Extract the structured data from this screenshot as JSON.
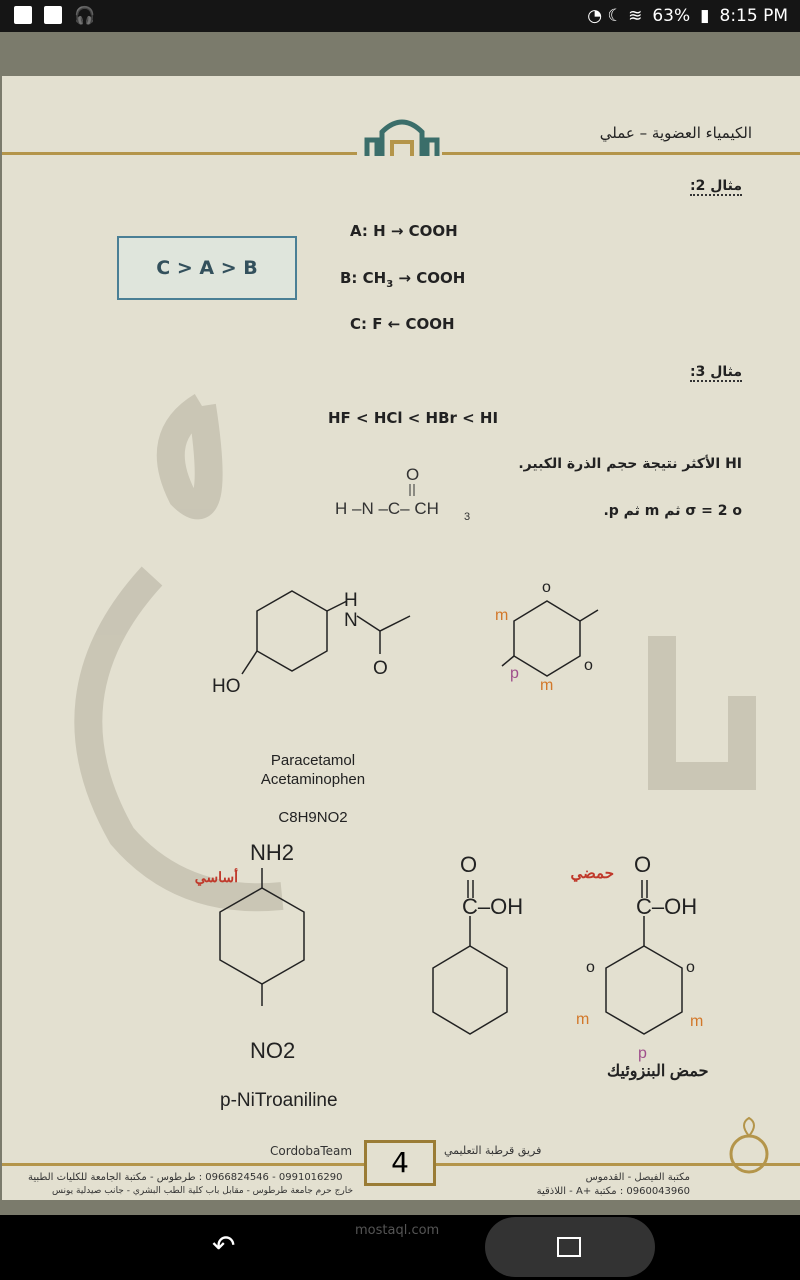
{
  "status_bar": {
    "battery": "63%",
    "time": "8:15 PM"
  },
  "header": {
    "title": "الكيمياء العضوية – عملي"
  },
  "example2": {
    "label": "مثال 2:",
    "answer": "C > A > B",
    "a": "A: H → COOH",
    "b_pre": "B: CH",
    "b_sub": "3",
    "b_post": " → COOH",
    "c": "C: F ← COOH"
  },
  "example3": {
    "label": "مثال 3:",
    "order": "HF < HCl < HBr < HI",
    "reason": "HI الأكثر نتيجة حجم الذرة الكبير.",
    "sigma": "σ = 2  o ثم m ثم p."
  },
  "amide": {
    "o": "O",
    "chain": "H –N –C– CH",
    "sub": "3"
  },
  "paracetamol": {
    "h": "H",
    "n": "N",
    "o": "O",
    "ho": "HO",
    "name1": "Paracetamol",
    "name2": "Acetaminophen",
    "formula": "C8H9NO2"
  },
  "ring_labels": {
    "o": "o",
    "m": "m",
    "p": "p"
  },
  "nitroaniline": {
    "nh2": "NH2",
    "no2": "NO2",
    "basic": "أساسي",
    "name": "p-NiTroaniline"
  },
  "benzoic": {
    "o": "O",
    "cooh": "C–OH",
    "acidic": "حمضي",
    "name": "حمض البنزوئيك"
  },
  "footer": {
    "team": "CordobaTeam",
    "team_ar": "فريق قرطبة التعليمي",
    "page": "4",
    "left1": "0991016290 - 0966824546 : طرطوس - مكتبة الجامعة للكليات الطبية",
    "left2": "خارج حرم جامعة طرطوس - مقابل باب كلية الطب البشري - جانب صيدلية يونس",
    "right1": "مكتبة الفيصل - القدموس",
    "right2": "0960043960 : مكتبة +A - اللاذقية"
  },
  "watermark": "mostaql.com",
  "colors": {
    "gold": "#b4954a",
    "box_border": "#4a7f95",
    "red": "#c0392b",
    "orange": "#d2782a",
    "purple": "#a0508c"
  }
}
